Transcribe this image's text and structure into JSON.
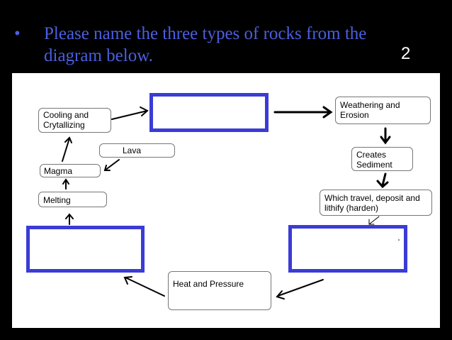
{
  "slide": {
    "bullet": "•",
    "question_line1": "Please name the three types of rocks from the",
    "question_line2": "diagram below.",
    "page_number": "2"
  },
  "diagram": {
    "nodes": {
      "cooling": "Cooling and Crytallizing",
      "lava": "Lava",
      "magma": "Magma",
      "melting": "Melting",
      "weathering": "Weathering and Erosion",
      "sediment": "Creates Sediment",
      "travel": "Which travel, deposit and lithify (harden)",
      "heat": "Heat and Pressure"
    },
    "blank_boxes": [
      "top-center",
      "bottom-left",
      "bottom-right"
    ],
    "colors": {
      "blank_border": "#3b3bd6",
      "title_text": "#4b5fe0"
    }
  }
}
